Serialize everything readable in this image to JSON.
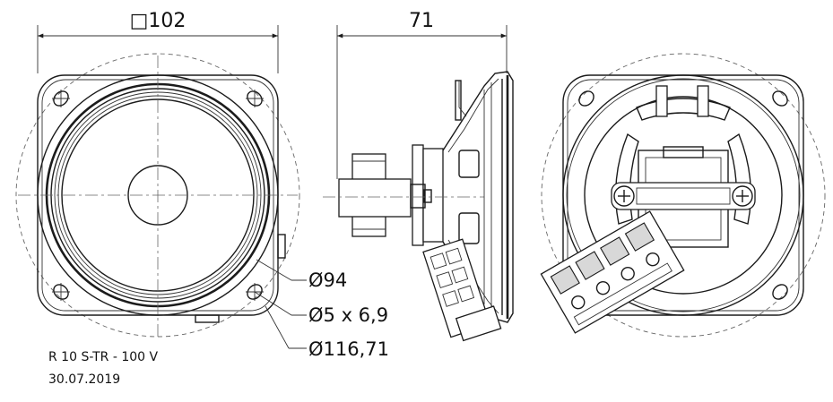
{
  "dimensions": {
    "width_square": "□102",
    "depth": "71",
    "cone_diameter": "Ø94",
    "hole": "Ø5 x 6,9",
    "bolt_circle": "Ø116,71"
  },
  "caption": {
    "model": "R 10 S-TR - 100 V",
    "date": "30.07.2019"
  }
}
